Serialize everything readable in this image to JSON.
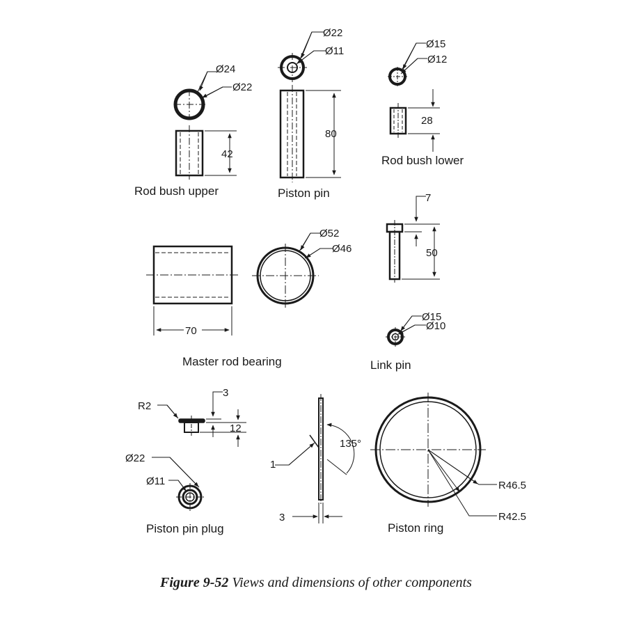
{
  "components": {
    "rod_bush_upper": {
      "label": "Rod bush upper",
      "dia_outer": "Ø24",
      "dia_inner": "Ø22",
      "length": "42"
    },
    "piston_pin": {
      "label": "Piston pin",
      "dia_outer": "Ø22",
      "dia_inner": "Ø11",
      "length": "80"
    },
    "rod_bush_lower": {
      "label": "Rod bush lower",
      "dia_outer": "Ø15",
      "dia_inner": "Ø12",
      "length": "28"
    },
    "master_rod_bearing": {
      "label": "Master rod bearing",
      "dia_outer": "Ø52",
      "dia_inner": "Ø46",
      "length": "70"
    },
    "link_pin": {
      "label": "Link pin",
      "head": "7",
      "length": "50",
      "dia_outer": "Ø15",
      "dia_inner": "Ø10"
    },
    "piston_pin_plug": {
      "label": "Piston pin plug",
      "radius": "R2",
      "head": "3",
      "height": "12",
      "dia_outer": "Ø22",
      "dia_inner": "Ø11"
    },
    "piston_ring": {
      "label": "Piston ring",
      "angle": "135°",
      "chamfer": "1",
      "thickness": "3",
      "r_outer": "R46.5",
      "r_inner": "R42.5"
    }
  },
  "caption": {
    "number": "Figure 9-52",
    "text": "Views and dimensions of other components"
  }
}
